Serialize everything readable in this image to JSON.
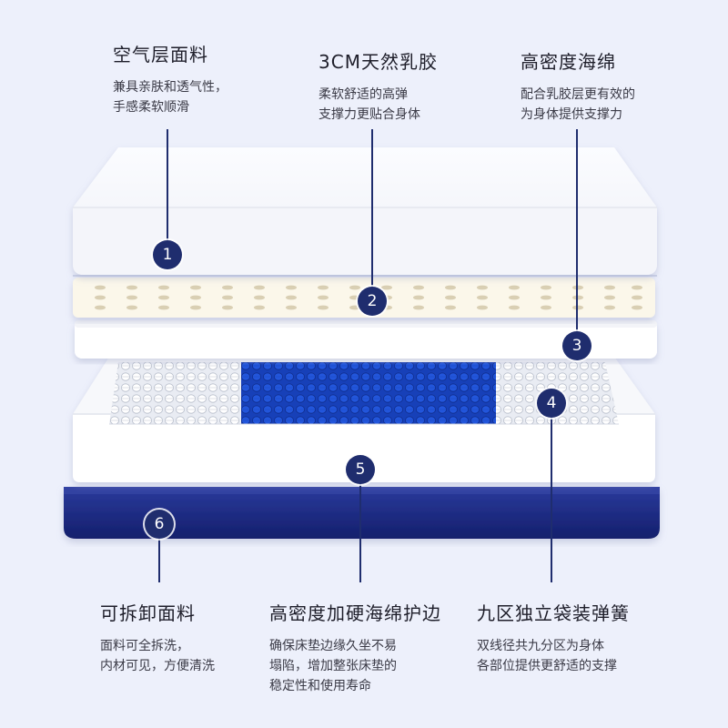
{
  "features": [
    {
      "number": "1",
      "title": "空气层面料",
      "desc": [
        "兼具亲肤和透气性，",
        "手感柔软顺滑"
      ]
    },
    {
      "number": "2",
      "title": "3CM天然乳胶",
      "desc": [
        "柔软舒适的高弹",
        "支撑力更贴合身体"
      ]
    },
    {
      "number": "3",
      "title": "高密度海绵",
      "desc": [
        "配合乳胶层更有效的",
        "为身体提供支撑力"
      ]
    },
    {
      "number": "4",
      "title": "九区独立袋装弹簧",
      "desc": [
        "双线径共九分区为身体",
        "各部位提供更舒适的支撑"
      ]
    },
    {
      "number": "5",
      "title": "高密度加硬海绵护边",
      "desc": [
        "确保床垫边缘久坐不易",
        "塌陷，增加整张床垫的",
        "稳定性和使用寿命"
      ]
    },
    {
      "number": "6",
      "title": "可拆卸面料",
      "desc": [
        "面料可全拆洗，",
        "内材可见，方便清洗"
      ]
    }
  ],
  "colors": {
    "background": "#edf0fb",
    "marker": "#1f2d6e",
    "leader_line": "#1f2d6e",
    "fabric_blue": "#1a2a88",
    "spring_blue": "#1f4fd0"
  },
  "icons": [
    "numbered-circle-marker"
  ]
}
